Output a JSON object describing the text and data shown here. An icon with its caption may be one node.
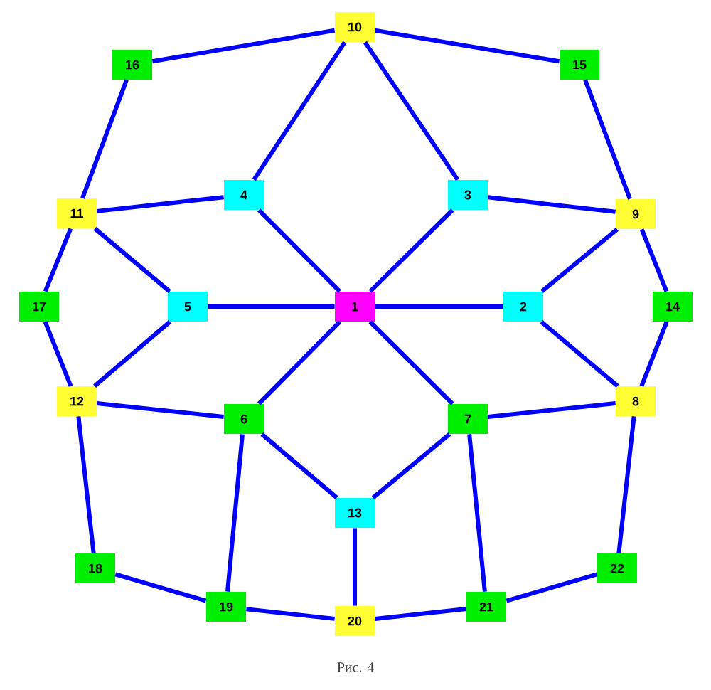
{
  "diagram": {
    "caption": "Рис. 4",
    "nodes": [
      {
        "text": [
          "1"
        ]
      },
      {
        "text": [
          "2"
        ]
      },
      {
        "text": [
          "3"
        ]
      },
      {
        "text": [
          "4"
        ]
      },
      {
        "text": [
          "5"
        ]
      },
      {
        "text": [
          "6"
        ]
      },
      {
        "text": [
          "7"
        ]
      },
      {
        "text": [
          "8"
        ]
      },
      {
        "text": [
          "9"
        ]
      },
      {
        "text": [
          "10"
        ]
      },
      {
        "text": [
          "11"
        ]
      },
      {
        "text": [
          "12"
        ]
      },
      {
        "text": [
          "13"
        ]
      },
      {
        "text": [
          "14"
        ]
      },
      {
        "text": [
          "15"
        ]
      },
      {
        "text": [
          "16"
        ]
      },
      {
        "text": [
          "17"
        ]
      },
      {
        "text": [
          "18"
        ]
      },
      {
        "text": [
          "19"
        ]
      },
      {
        "text": [
          "20"
        ]
      },
      {
        "text": [
          "21"
        ]
      },
      {
        "text": [
          "22"
        ]
      }
    ],
    "edges": [
      {
        "from": 0,
        "to": 1,
        "arrow": "none"
      },
      {
        "from": 0,
        "to": 2,
        "arrow": "none"
      },
      {
        "from": 0,
        "to": 3,
        "arrow": "none"
      },
      {
        "from": 0,
        "to": 4,
        "arrow": "none"
      },
      {
        "from": 0,
        "to": 5,
        "arrow": "none"
      },
      {
        "from": 0,
        "to": 6,
        "arrow": "none"
      },
      {
        "from": 9,
        "to": 3,
        "arrow": "none"
      },
      {
        "from": 9,
        "to": 2,
        "arrow": "none"
      },
      {
        "from": 9,
        "to": 15,
        "arrow": "none"
      },
      {
        "from": 9,
        "to": 14,
        "arrow": "none"
      },
      {
        "from": 15,
        "to": 10,
        "arrow": "none"
      },
      {
        "from": 14,
        "to": 8,
        "arrow": "none"
      },
      {
        "from": 10,
        "to": 3,
        "arrow": "none"
      },
      {
        "from": 10,
        "to": 4,
        "arrow": "none"
      },
      {
        "from": 10,
        "to": 16,
        "arrow": "none"
      },
      {
        "from": 8,
        "to": 2,
        "arrow": "none"
      },
      {
        "from": 8,
        "to": 1,
        "arrow": "none"
      },
      {
        "from": 8,
        "to": 13,
        "arrow": "none"
      },
      {
        "from": 16,
        "to": 11,
        "arrow": "none"
      },
      {
        "from": 13,
        "to": 7,
        "arrow": "none"
      },
      {
        "from": 11,
        "to": 4,
        "arrow": "none"
      },
      {
        "from": 11,
        "to": 5,
        "arrow": "none"
      },
      {
        "from": 11,
        "to": 17,
        "arrow": "none"
      },
      {
        "from": 7,
        "to": 1,
        "arrow": "none"
      },
      {
        "from": 7,
        "to": 6,
        "arrow": "none"
      },
      {
        "from": 7,
        "to": 21,
        "arrow": "none"
      },
      {
        "from": 5,
        "to": 12,
        "arrow": "none"
      },
      {
        "from": 6,
        "to": 12,
        "arrow": "none"
      },
      {
        "from": 5,
        "to": 18,
        "arrow": "none"
      },
      {
        "from": 6,
        "to": 20,
        "arrow": "none"
      },
      {
        "from": 12,
        "to": 19,
        "arrow": "none"
      },
      {
        "from": 17,
        "to": 18,
        "arrow": "none"
      },
      {
        "from": 18,
        "to": 19,
        "arrow": "none"
      },
      {
        "from": 19,
        "to": 20,
        "arrow": "none"
      },
      {
        "from": 20,
        "to": 21,
        "arrow": "none"
      }
    ]
  }
}
